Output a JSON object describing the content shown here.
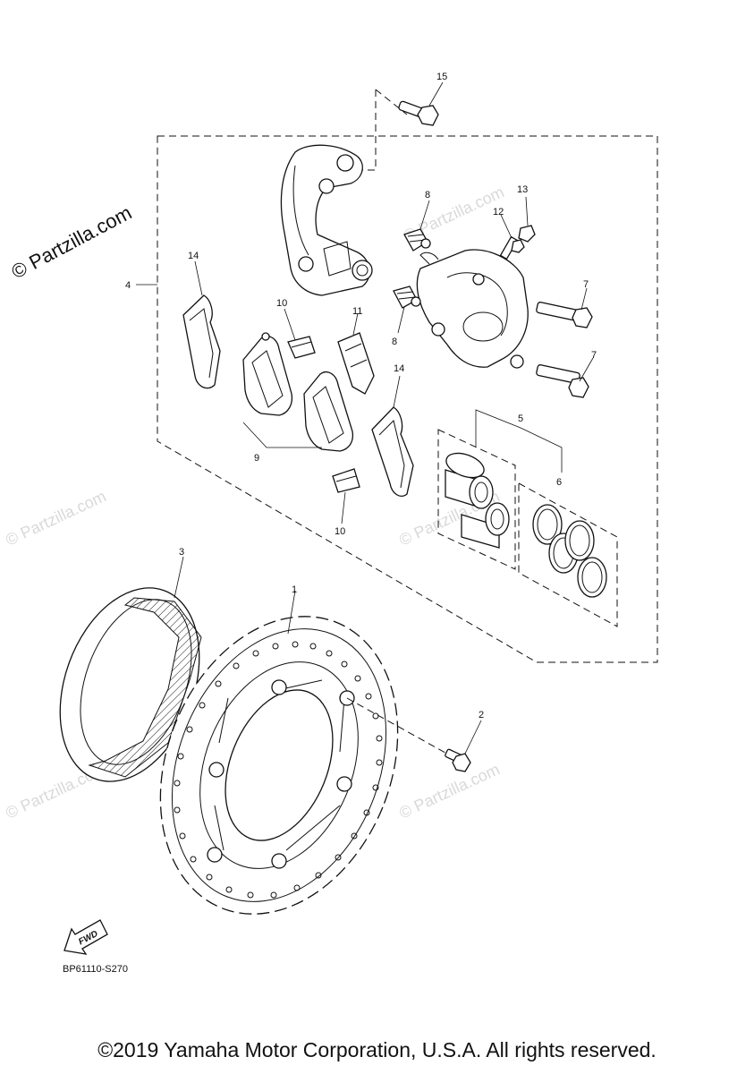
{
  "watermark": {
    "main": "© Partzilla.com",
    "faint": "© Partzilla.com"
  },
  "callouts": {
    "c1": "1",
    "c2": "2",
    "c3": "3",
    "c4": "4",
    "c5": "5",
    "c6": "6",
    "c7a": "7",
    "c7b": "7",
    "c8a": "8",
    "c8b": "8",
    "c9": "9",
    "c10a": "10",
    "c10b": "10",
    "c11": "11",
    "c12": "12",
    "c13": "13",
    "c14a": "14",
    "c14b": "14",
    "c15": "15"
  },
  "fwd_label": "FWD",
  "diagram_code": "BP61110-S270",
  "copyright": "©2019 Yamaha Motor Corporation, U.S.A. All rights reserved."
}
